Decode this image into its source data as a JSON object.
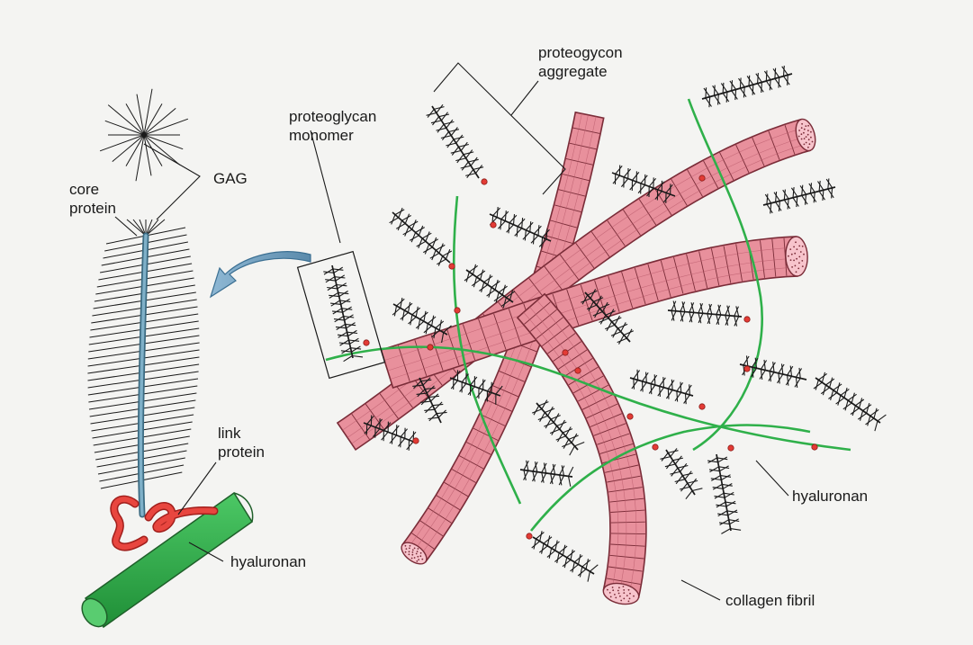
{
  "labels": {
    "aggregate_line1": "proteogycon",
    "aggregate_line2": "aggregate",
    "monomer_line1": "proteoglycan",
    "monomer_line2": "monomer",
    "gag": "GAG",
    "core_line1": "core",
    "core_line2": "protein",
    "link_line1": "link",
    "link_line2": "protein",
    "hyaluronan_left": "hyaluronan",
    "hyaluronan_right": "hyaluronan",
    "collagen": "collagen fibril"
  },
  "colors": {
    "background": "#f4f4f2",
    "collagen_fill": "#e8909c",
    "collagen_stroke": "#7a2c38",
    "hyaluronan_green": "#2fb04a",
    "link_protein_red": "#e33b35",
    "core_protein_blue": "#5b8fa8",
    "gag_black": "#1a1a1a",
    "arrow_blue": "#6c9fc0"
  }
}
